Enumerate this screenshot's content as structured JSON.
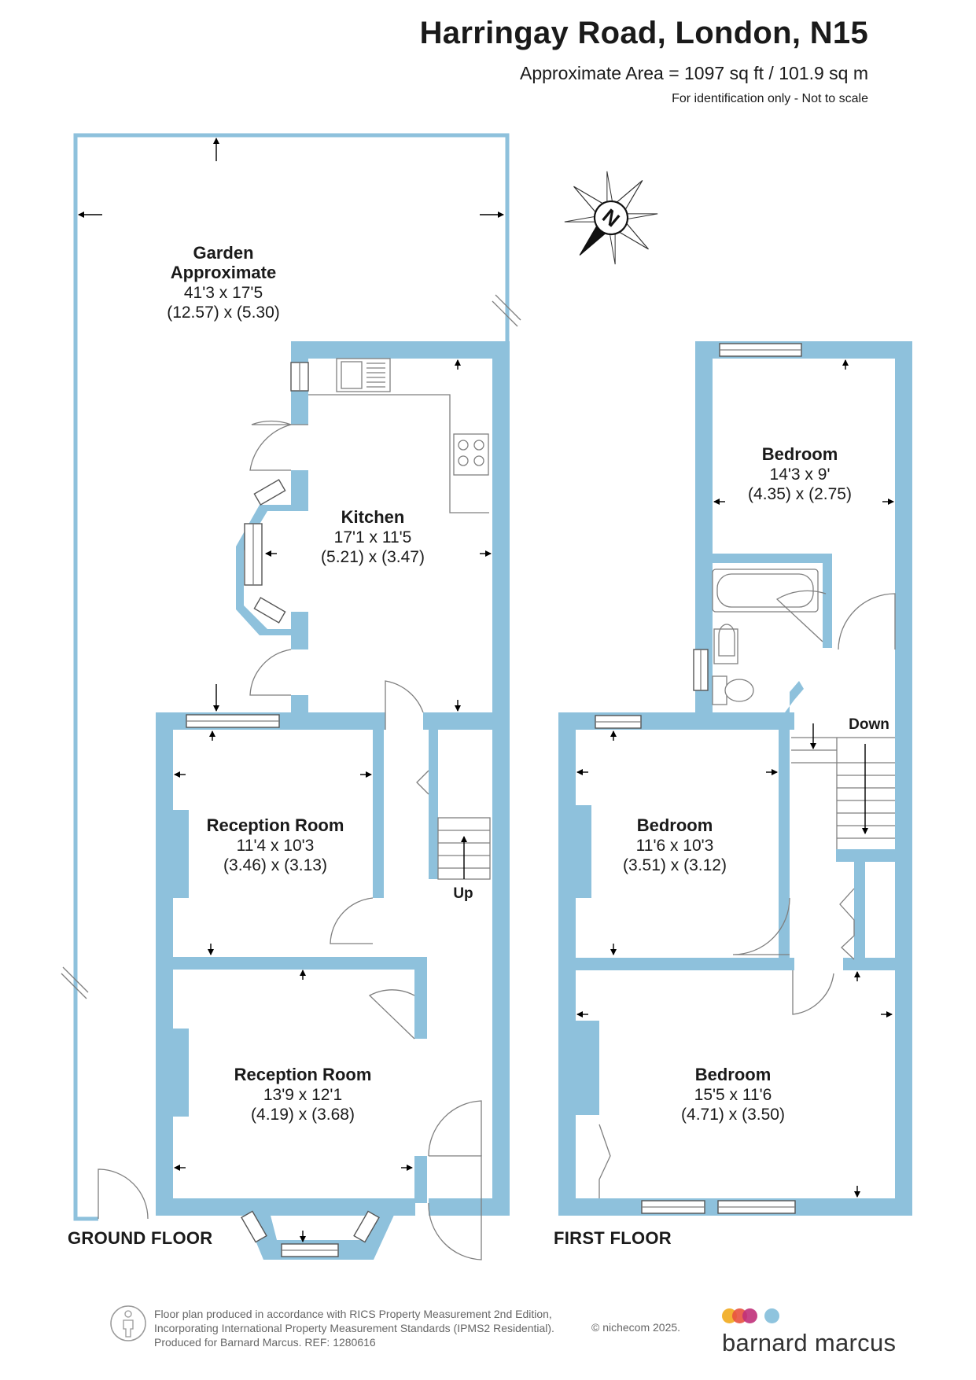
{
  "header": {
    "title": "Harringay Road, London, N15",
    "area": "Approximate Area = 1097 sq ft / 101.9 sq m",
    "note": "For identification only - Not to scale"
  },
  "compass": {
    "label": "N"
  },
  "rooms": {
    "garden": {
      "name": "Garden",
      "name2": "Approximate",
      "imperial": "41'3 x 17'5",
      "metric": "(12.57) x (5.30)"
    },
    "kitchen": {
      "name": "Kitchen",
      "imperial": "17'1 x 11'5",
      "metric": "(5.21) x (3.47)"
    },
    "reception1": {
      "name": "Reception Room",
      "imperial": "11'4 x 10'3",
      "metric": "(3.46) x (3.13)"
    },
    "reception2": {
      "name": "Reception Room",
      "imperial": "13'9 x 12'1",
      "metric": "(4.19) x (3.68)"
    },
    "bedroom1": {
      "name": "Bedroom",
      "imperial": "14'3 x 9'",
      "metric": "(4.35) x (2.75)"
    },
    "bedroom2": {
      "name": "Bedroom",
      "imperial": "11'6 x 10'3",
      "metric": "(3.51) x (3.12)"
    },
    "bedroom3": {
      "name": "Bedroom",
      "imperial": "15'5 x 11'6",
      "metric": "(4.71) x (3.50)"
    }
  },
  "stairs": {
    "up": "Up",
    "down": "Down"
  },
  "floors": {
    "ground": "GROUND FLOOR",
    "first": "FIRST FLOOR"
  },
  "footer": {
    "line1": "Floor plan produced in accordance with RICS Property Measurement 2nd Edition,",
    "line2": "Incorporating International Property Measurement Standards (IPMS2 Residential).",
    "line3": "Produced for Barnard Marcus.   REF: 1280616",
    "copyright": "© nichecom 2025.",
    "brand": "barnard marcus",
    "brand_colors": [
      "#f2b233",
      "#e8523f",
      "#c0307a",
      "#8fc4de"
    ]
  },
  "colors": {
    "wall": "#8ec1dc"
  }
}
